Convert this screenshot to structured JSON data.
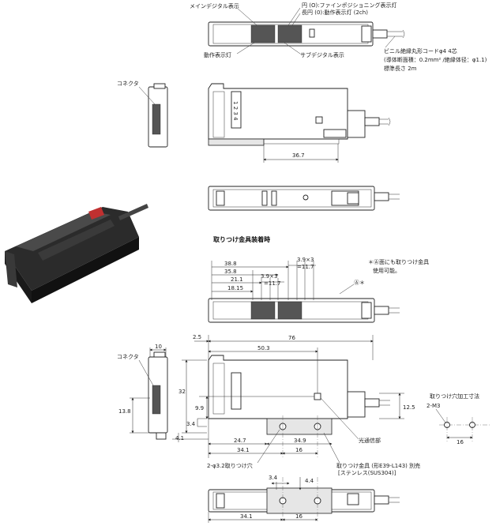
{
  "top_view": {
    "label_main_display": "メインデジタル表示",
    "label_circle_indicator": "円 (O):ファインポジショニング表示灯",
    "label_oval_indicator": "長円 (0):動作表示灯 (2ch)",
    "label_operation_indicator": "動作表示灯",
    "label_sub_display": "サブデジタル表示",
    "label_cable_1": "ビニル絶縁丸形コードφ4 4芯",
    "label_cable_2": "(導体断面積：0.2mm² /絶縁体径：φ1.1)",
    "label_cable_3": "標準長さ 2m"
  },
  "side_view": {
    "label_connector": "コネクタ",
    "dim_36_7": "36.7",
    "switch_digits": "1 2 3 4"
  },
  "section_title": "取りつけ金具装着時",
  "bracket_top": {
    "dim_38_8": "38.8",
    "dim_35_8": "35.8",
    "dim_21_1": "21.1",
    "dim_18_15": "18.15",
    "dim_3_9x3_top": "3.9×3",
    "dim_11_7_top": "=11.7",
    "dim_3_9x3_mid": "3.9×3",
    "dim_11_7_mid": "=11.7",
    "note_1": "＊Ⓐ面にも取りつけ金具",
    "note_2": "使用可能。",
    "marker_a": "Ⓐ＊"
  },
  "bracket_side": {
    "label_connector": "コネクタ",
    "dim_10": "10",
    "dim_2_5": "2.5",
    "dim_76": "76",
    "dim_50_3": "50.3",
    "dim_32": "32",
    "dim_13_8": "13.8",
    "dim_9_9": "9.9",
    "dim_3_4": "3.4",
    "dim_4_1": "4.1",
    "dim_24_7": "24.7",
    "dim_34_9": "34.9",
    "dim_34_1": "34.1",
    "dim_16": "16",
    "dim_12_5": "12.5",
    "label_receiver": "光通信部",
    "label_holes": "2-φ3.2取りつけ穴",
    "label_bracket_1": "取りつけ金具 (形E39-L143) 別売",
    "label_bracket_2": "[ステンレス(SUS304)]"
  },
  "mounting_hole": {
    "title": "取りつけ穴加工寸法",
    "label_m3": "2-M3",
    "dim_16": "16"
  },
  "bottom_view": {
    "dim_3_4": "3.4",
    "dim_4_4": "4.4",
    "dim_34_1": "34.1",
    "dim_16": "16"
  }
}
